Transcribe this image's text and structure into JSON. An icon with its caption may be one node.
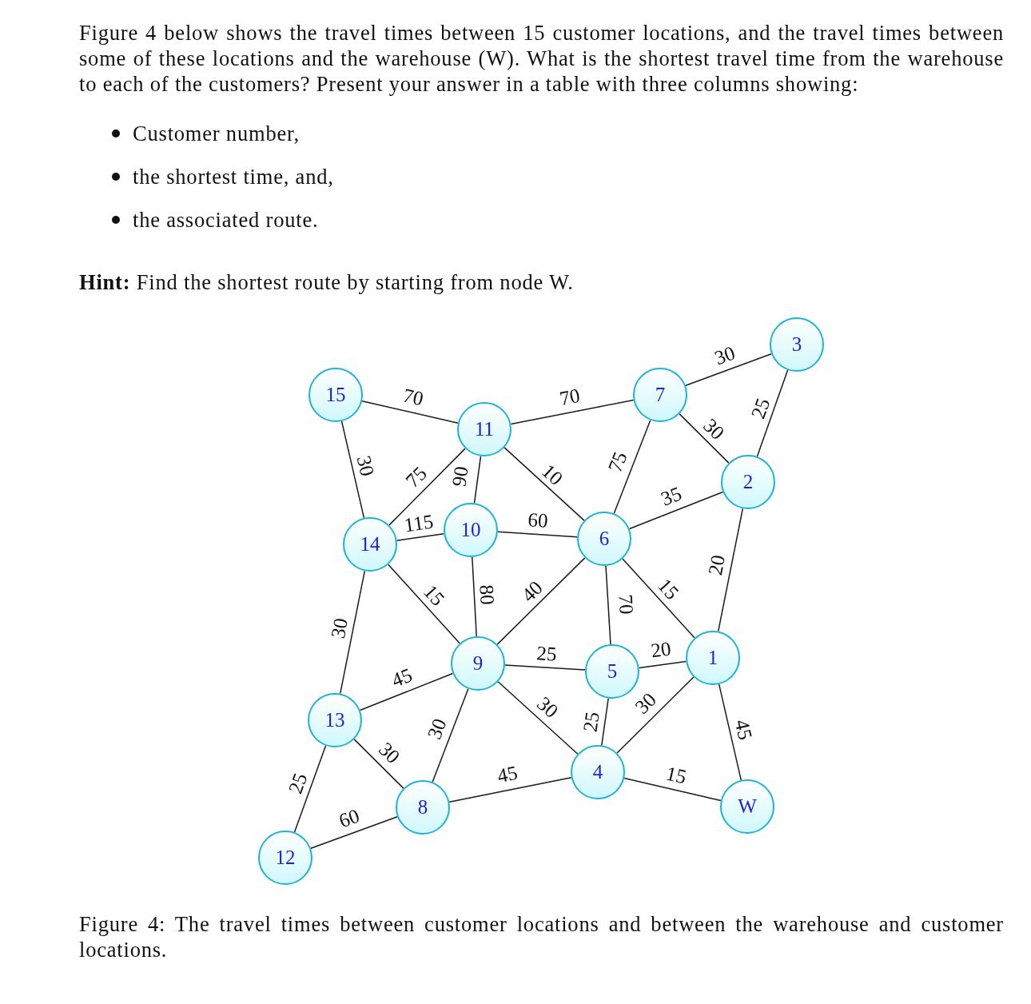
{
  "diagram": {
    "caption": "Figure 4: The travel times between customer locations and between the warehouse and customer locations.",
    "nodes": [
      {
        "text": [
          "15"
        ]
      },
      {
        "text": [
          "11"
        ]
      },
      {
        "text": [
          "7"
        ]
      },
      {
        "text": [
          "3"
        ]
      },
      {
        "text": [
          "14"
        ]
      },
      {
        "text": [
          "10"
        ]
      },
      {
        "text": [
          "6"
        ]
      },
      {
        "text": [
          "2"
        ]
      },
      {
        "text": [
          "13"
        ]
      },
      {
        "text": [
          "9"
        ]
      },
      {
        "text": [
          "5"
        ]
      },
      {
        "text": [
          "1"
        ]
      },
      {
        "text": [
          "12"
        ]
      },
      {
        "text": [
          "8"
        ]
      },
      {
        "text": [
          "4"
        ]
      },
      {
        "text": [
          "W"
        ]
      }
    ],
    "edges": [
      {
        "from": 0,
        "to": 1,
        "arrow": "none",
        "label": "70"
      },
      {
        "from": 1,
        "to": 2,
        "arrow": "none",
        "label": "70"
      },
      {
        "from": 2,
        "to": 3,
        "arrow": "none",
        "label": "30"
      },
      {
        "from": 0,
        "to": 4,
        "arrow": "none",
        "label": "30"
      },
      {
        "from": 4,
        "to": 1,
        "arrow": "none",
        "label": "75"
      },
      {
        "from": 1,
        "to": 5,
        "arrow": "none",
        "label": "90"
      },
      {
        "from": 1,
        "to": 6,
        "arrow": "none",
        "label": "10"
      },
      {
        "from": 2,
        "to": 6,
        "arrow": "none",
        "label": "75"
      },
      {
        "from": 2,
        "to": 7,
        "arrow": "none",
        "label": "30"
      },
      {
        "from": 3,
        "to": 7,
        "arrow": "none",
        "label": "25"
      },
      {
        "from": 4,
        "to": 5,
        "arrow": "none",
        "label": "115"
      },
      {
        "from": 5,
        "to": 6,
        "arrow": "none",
        "label": "60"
      },
      {
        "from": 6,
        "to": 7,
        "arrow": "none",
        "label": "35"
      },
      {
        "from": 4,
        "to": 9,
        "arrow": "none",
        "label": "15"
      },
      {
        "from": 5,
        "to": 9,
        "arrow": "none",
        "label": "80"
      },
      {
        "from": 9,
        "to": 6,
        "arrow": "none",
        "label": "40"
      },
      {
        "from": 6,
        "to": 10,
        "arrow": "none",
        "label": "70"
      },
      {
        "from": 6,
        "to": 11,
        "arrow": "none",
        "label": "15"
      },
      {
        "from": 7,
        "to": 11,
        "arrow": "none",
        "label": "20"
      },
      {
        "from": 4,
        "to": 8,
        "arrow": "none",
        "label": "30"
      },
      {
        "from": 8,
        "to": 9,
        "arrow": "none",
        "label": "45"
      },
      {
        "from": 9,
        "to": 10,
        "arrow": "none",
        "label": "25"
      },
      {
        "from": 10,
        "to": 11,
        "arrow": "none",
        "label": "20"
      },
      {
        "from": 9,
        "to": 14,
        "arrow": "none",
        "label": "30"
      },
      {
        "from": 10,
        "to": 14,
        "arrow": "none",
        "label": "25"
      },
      {
        "from": 11,
        "to": 14,
        "arrow": "none",
        "label": "30"
      },
      {
        "from": 11,
        "to": 15,
        "arrow": "none",
        "label": "45"
      },
      {
        "from": 8,
        "to": 12,
        "arrow": "none",
        "label": "25"
      },
      {
        "from": 8,
        "to": 13,
        "arrow": "none",
        "label": "30"
      },
      {
        "from": 9,
        "to": 13,
        "arrow": "none",
        "label": "30"
      },
      {
        "from": 12,
        "to": 13,
        "arrow": "none",
        "label": "60"
      },
      {
        "from": 13,
        "to": 14,
        "arrow": "none",
        "label": "45"
      },
      {
        "from": 14,
        "to": 15,
        "arrow": "none",
        "label": "15"
      }
    ],
    "labels": [
      "Figure 4 below shows the travel times between 15 customer locations, and the travel times between some of these locations and the warehouse (W). What is the shortest travel time from the warehouse to each of the customers? Present your answer in a table with three columns showing:",
      "Customer number,",
      "the shortest time, and,",
      "the associated route.",
      "**Hint:** Find the shortest route by starting from node W."
    ]
  }
}
